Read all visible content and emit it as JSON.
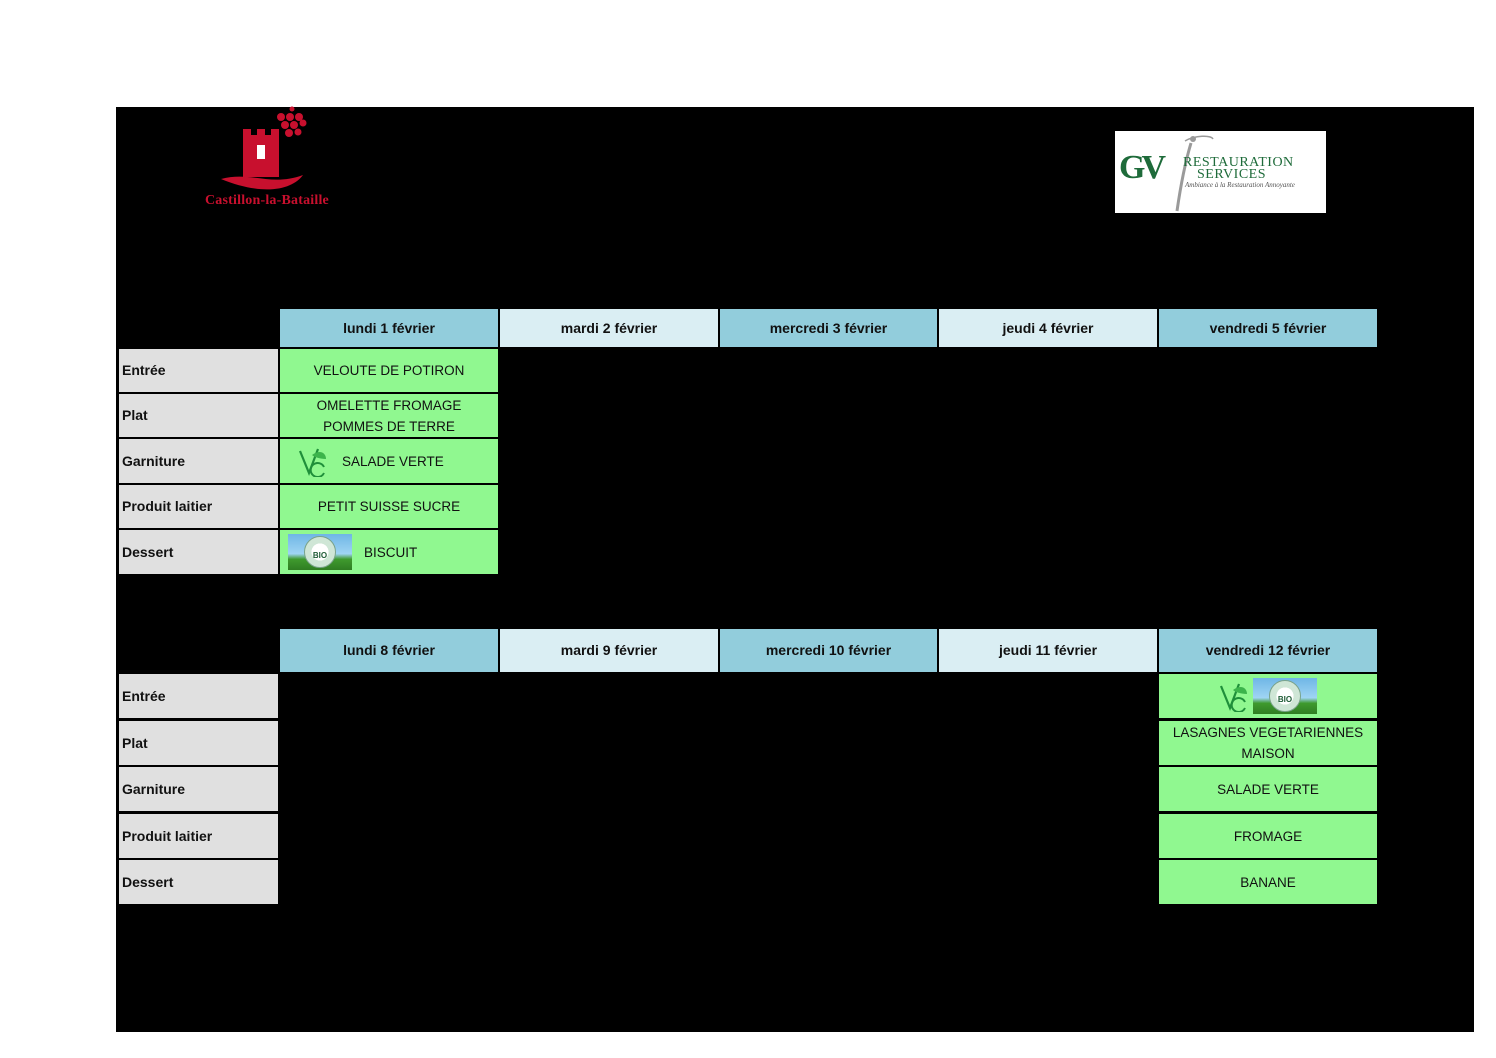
{
  "logos": {
    "castillon": {
      "name": "Castillon-la-Bataille",
      "colors": {
        "red": "#c8102e"
      }
    },
    "gv": {
      "letters": "GV",
      "line1": "RESTAURATION",
      "line2": "SERVICES",
      "tagline": "Ambiance à la Restauration Annoyante",
      "colors": {
        "green": "#1e6b3a"
      }
    }
  },
  "row_labels": [
    "Entrée",
    "Plat",
    "Garniture",
    "Produit laitier",
    "Dessert"
  ],
  "week1": {
    "days": [
      "lundi 1 février",
      "mardi 2 février",
      "mercredi 3 février",
      "jeudi 4 février",
      "vendredi 5 février"
    ],
    "monday": {
      "entree": "VELOUTE DE POTIRON",
      "plat": "OMELETTE FROMAGE POMMES DE TERRE",
      "garniture": "SALADE VERTE",
      "produit_laitier": "PETIT SUISSE SUCRE",
      "dessert": "BISCUIT"
    }
  },
  "week2": {
    "days": [
      "lundi 8 février",
      "mardi 9 février",
      "mercredi 10 février",
      "jeudi 11 février",
      "vendredi 12 février"
    ],
    "friday": {
      "entree": "",
      "plat": "LASAGNES VEGETARIENNES MAISON",
      "garniture": "SALADE VERTE",
      "produit_laitier": "FROMAGE",
      "dessert": "BANANE"
    }
  },
  "badges": {
    "bio": "BIO",
    "vegetarian": "VG"
  },
  "colors": {
    "header_dark": "#92cddc",
    "header_light": "#daeef3",
    "menu_green": "#90f890",
    "row_label_grey": "#e0e0e0",
    "background": "#000000"
  }
}
